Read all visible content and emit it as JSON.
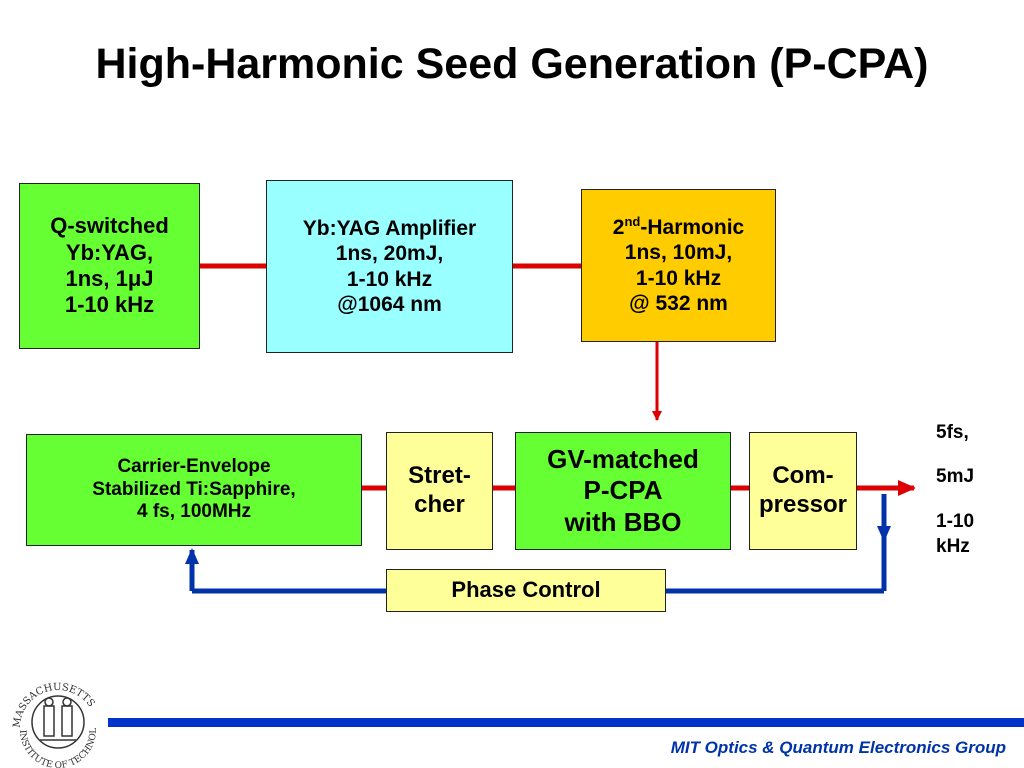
{
  "title": "High-Harmonic Seed Generation (P-CPA)",
  "boxes": {
    "qswitched": {
      "lines": [
        "Q-switched",
        "Yb:YAG,",
        "1ns, 1μJ",
        "1-10 kHz"
      ],
      "color": "#66ff33"
    },
    "amplifier": {
      "lines": [
        "Yb:YAG Amplifier",
        "1ns, 20mJ,",
        "1-10 kHz",
        "@1064 nm"
      ],
      "color": "#99ffff"
    },
    "harmonic": {
      "line1_a": "2",
      "line1_sup": "nd",
      "line1_b": "-Harmonic",
      "lines": [
        "1ns, 10mJ,",
        "1-10 kHz",
        "@ 532 nm"
      ],
      "color": "#ffcc00"
    },
    "carrier": {
      "lines": [
        "Carrier-Envelope",
        "Stabilized Ti:Sapphire,",
        "4 fs, 100MHz"
      ],
      "color": "#66ff33"
    },
    "stretcher": {
      "lines": [
        "Stret-",
        "cher"
      ],
      "color": "#ffff99"
    },
    "pcpa": {
      "lines": [
        "GV-matched",
        "P-CPA",
        "with BBO"
      ],
      "color": "#66ff33"
    },
    "compressor": {
      "lines": [
        "Com-",
        "pressor"
      ],
      "color": "#ffff99"
    },
    "phase": {
      "lines": [
        "Phase Control"
      ],
      "color": "#ffff99"
    }
  },
  "output": [
    "5fs,",
    "5mJ",
    "1-10 kHz"
  ],
  "colors": {
    "beam": "#dd0000",
    "feedback": "#0033aa",
    "accent_bar": "#0033cc"
  },
  "logo": {
    "icon": "mit-seal-icon",
    "text": "MASSACHUSETTS INSTITUTE OF TECHNOLOGY"
  },
  "footer": "MIT Optics & Quantum Electronics Group"
}
